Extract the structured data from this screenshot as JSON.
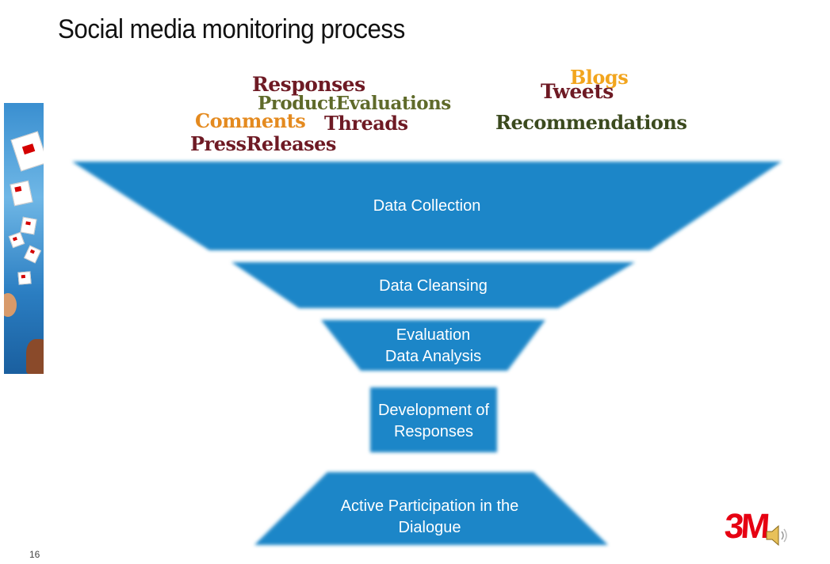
{
  "slide": {
    "title": "Social media monitoring process",
    "page_number": "16",
    "logo_text": "3M"
  },
  "words": [
    {
      "text": "Responses",
      "color": "#6e1a24"
    },
    {
      "text": "ProductEvaluations",
      "color": "#5f6a2a"
    },
    {
      "text": "Comments",
      "color": "#e48a1f"
    },
    {
      "text": "Threads",
      "color": "#6e1a24"
    },
    {
      "text": "PressReleases",
      "color": "#6e1a24"
    },
    {
      "text": "Blogs",
      "color": "#f2a51e"
    },
    {
      "text": "Tweets",
      "color": "#6e1a24"
    },
    {
      "text": "Recommendations",
      "color": "#3b4a1e"
    }
  ],
  "funnel": {
    "color": "#1f86c8",
    "stages": [
      {
        "line1": "Data Collection",
        "line2": ""
      },
      {
        "line1": "Data Cleansing",
        "line2": ""
      },
      {
        "line1": "Evaluation",
        "line2": "Data Analysis"
      },
      {
        "line1": "Development of",
        "line2": "Responses"
      },
      {
        "line1": "Active Participation in the",
        "line2": "Dialogue"
      }
    ]
  }
}
